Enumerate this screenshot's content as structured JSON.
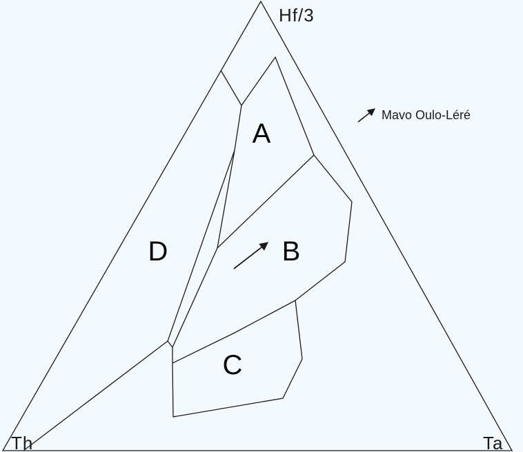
{
  "diagram": {
    "vertices": {
      "top": "Hf/3",
      "bottom_left": "Th",
      "bottom_right": "Ta"
    },
    "fields": [
      {
        "id": "A",
        "label": "A"
      },
      {
        "id": "B",
        "label": "B"
      },
      {
        "id": "C",
        "label": "C"
      },
      {
        "id": "D",
        "label": "D"
      }
    ],
    "legend": {
      "symbol": "arrow-icon",
      "label": "Mavo Oulo-Léré"
    },
    "colors": {
      "background": "#f4f9fd",
      "line": "#1a1a1a",
      "text": "#000000"
    }
  }
}
